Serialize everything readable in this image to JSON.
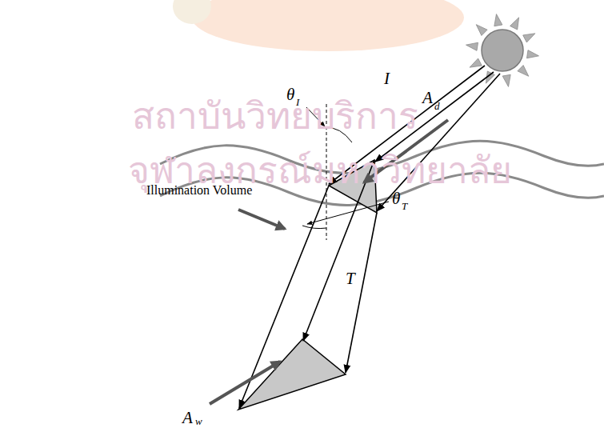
{
  "diagram": {
    "labels": [
      "สถาบันวิทยบริการ",
      "จุฬาลงกรณ์มหาวิทยาลัย",
      "I",
      "θ",
      "I",
      "A",
      "d",
      "θ",
      "T",
      "T",
      "Illumination Volume",
      "A",
      "w"
    ]
  }
}
